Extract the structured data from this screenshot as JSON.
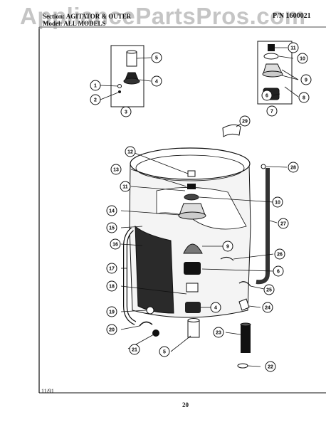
{
  "watermark": "AppliancePartsPros.com",
  "header": {
    "section": "Section: AGITATOR & OUTER",
    "model": "Model: ALL MODELS",
    "part_number": "P/N 1600021"
  },
  "footer": {
    "date": "11/91",
    "page": "20"
  },
  "callouts": [
    "1",
    "2",
    "3",
    "4",
    "5",
    "6",
    "7",
    "8",
    "9",
    "10",
    "11",
    "12",
    "13",
    "11",
    "14",
    "15",
    "16",
    "17",
    "18",
    "19",
    "20",
    "21",
    "5",
    "22",
    "23",
    "24",
    "25",
    "26",
    "6",
    "9",
    "10",
    "4",
    "27",
    "28",
    "29"
  ],
  "colors": {
    "ink": "#111111",
    "watermark": "#969696"
  }
}
